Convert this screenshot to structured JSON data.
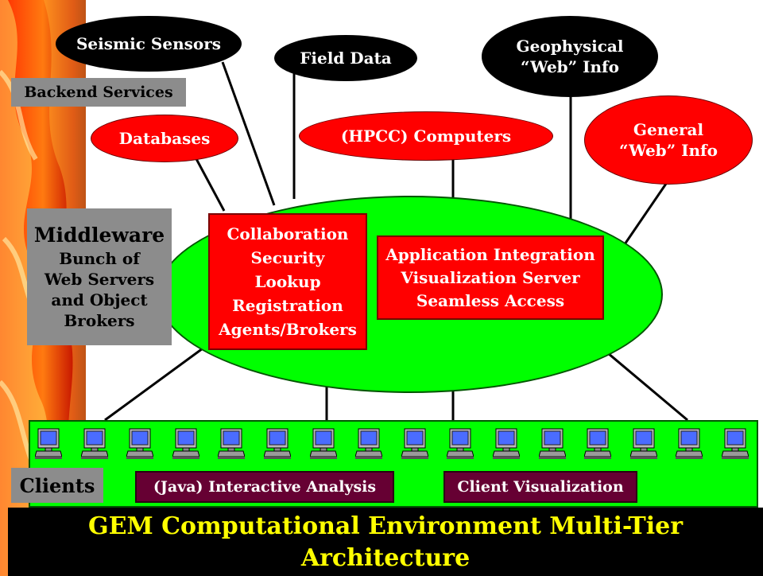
{
  "colors": {
    "ellipse_green": "#00ff00",
    "service_red": "#ff0000",
    "data_black": "#000000",
    "label_gray": "#8c8c8c",
    "client_maroon": "#660033",
    "title_yellow": "#ffff00"
  },
  "data_sources": {
    "seismic": "Seismic Sensors",
    "field": "Field Data",
    "geophysical_line1": "Geophysical",
    "geophysical_line2": "“Web” Info"
  },
  "backend": {
    "label": "Backend Services",
    "databases": "Databases",
    "hpcc": "(HPCC) Computers",
    "general_line1": "General",
    "general_line2": "“Web” Info"
  },
  "middleware": {
    "title": "Middleware",
    "desc_lines": [
      "Bunch of",
      "Web Servers",
      "and Object",
      "Brokers"
    ],
    "services": [
      "Collaboration",
      "Security",
      "Lookup",
      "Registration",
      "Agents/Brokers"
    ],
    "apps": [
      "Application Integration",
      "Visualization Server",
      "Seamless Access"
    ]
  },
  "clients": {
    "label": "Clients",
    "analysis": "(Java) Interactive Analysis",
    "visualization": "Client Visualization",
    "computer_icon": "computer-icon"
  },
  "title": {
    "line1": "GEM Computational Environment Multi-Tier",
    "line2": "Architecture"
  }
}
